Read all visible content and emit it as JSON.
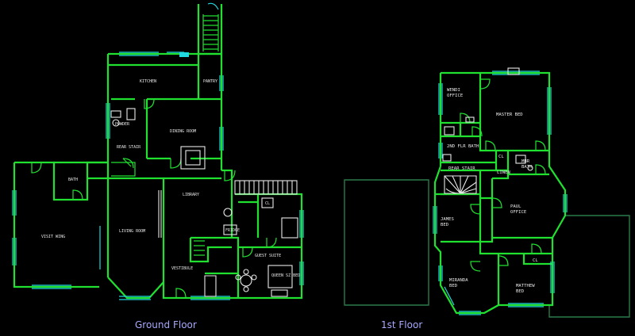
{
  "floors": {
    "ground": {
      "title": "Ground Floor",
      "rooms": {
        "kitchen": "KITCHEN",
        "pantry": "PANTRY",
        "dining": "DINING ROOM",
        "powder": "POWDER",
        "rear_stair": "REAR STAIR",
        "bath": "BATH",
        "library": "LIBRARY",
        "visit_wing": "VISIT WING",
        "living": "LIVING ROOM",
        "vestibule": "VESTIBULE",
        "guest_suite": "GUEST SUITE",
        "queen_bed": "QUEEN SZ BED",
        "cl": "CL",
        "fridge": "FRIDGE"
      }
    },
    "first": {
      "title": "1st Floor",
      "rooms": {
        "wendi_1": "WENDI",
        "wendi_2": "OFFICE",
        "master_bed": "MASTER BED",
        "flr_bath": "2ND FLR BATH",
        "cl_1": "CL",
        "mbath_1": "MBR",
        "mbath_2": "BATH",
        "rear_stair": "REAR STAIR",
        "linen": "LINEN",
        "paul_1": "PAUL",
        "paul_2": "OFFICE",
        "james_1": "JAMES",
        "james_2": "BED",
        "miranda_1": "MIRANDA",
        "miranda_2": "BED",
        "matthew_1": "MATTHEW",
        "matthew_2": "BED",
        "cl_2": "CL"
      }
    }
  }
}
